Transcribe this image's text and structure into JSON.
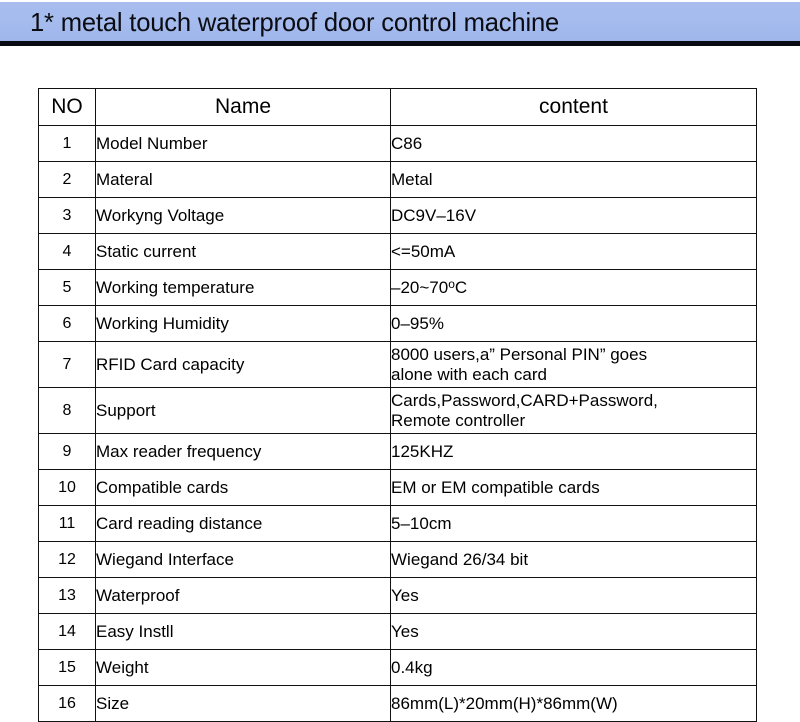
{
  "banner": {
    "title": "1* metal touch waterproof door control machine",
    "background_color": "#a6bcee",
    "text_color": "#0b0b12",
    "underline_color": "#0a0a12"
  },
  "table": {
    "columns": [
      "NO",
      "Name",
      "content"
    ],
    "rows": [
      {
        "no": "1",
        "name": "Model Number",
        "content": "C86"
      },
      {
        "no": "2",
        "name": "Materal",
        "content": "Metal"
      },
      {
        "no": "3",
        "name": "Workyng Voltage",
        "content": "DC9V–16V"
      },
      {
        "no": "4",
        "name": "Static current",
        "content": "<=50mA"
      },
      {
        "no": "5",
        "name": "Working temperature",
        "content": "–20~70°C",
        "content_pre": "–20~70",
        "content_deg": "o",
        "content_post": "C"
      },
      {
        "no": "6",
        "name": "Working Humidity",
        "content": "0–95%"
      },
      {
        "no": "7",
        "name": "RFID Card capacity",
        "content": "8000 users,a” Personal PIN” goes alone with each card",
        "content_line1": "8000 users,a” Personal PIN” goes",
        "content_line2": "alone with each card"
      },
      {
        "no": "8",
        "name": "Support",
        "content": "Cards,Password,CARD+Password, Remote controller",
        "content_line1": "Cards,Password,CARD+Password,",
        "content_line2": "Remote controller"
      },
      {
        "no": "9",
        "name": "Max reader frequency",
        "content": "125KHZ"
      },
      {
        "no": "10",
        "name": "Compatible cards",
        "content": "EM or EM compatible cards"
      },
      {
        "no": "11",
        "name": "Card reading distance",
        "content": "5–10cm"
      },
      {
        "no": "12",
        "name": "Wiegand Interface",
        "content": "Wiegand 26/34 bit"
      },
      {
        "no": "13",
        "name": "Waterproof",
        "content": "Yes"
      },
      {
        "no": "14",
        "name": "Easy Instll",
        "content": "Yes"
      },
      {
        "no": "15",
        "name": "Weight",
        "content": "0.4kg"
      },
      {
        "no": "16",
        "name": "Size",
        "content": "86mm(L)*20mm(H)*86mm(W)"
      }
    ]
  }
}
